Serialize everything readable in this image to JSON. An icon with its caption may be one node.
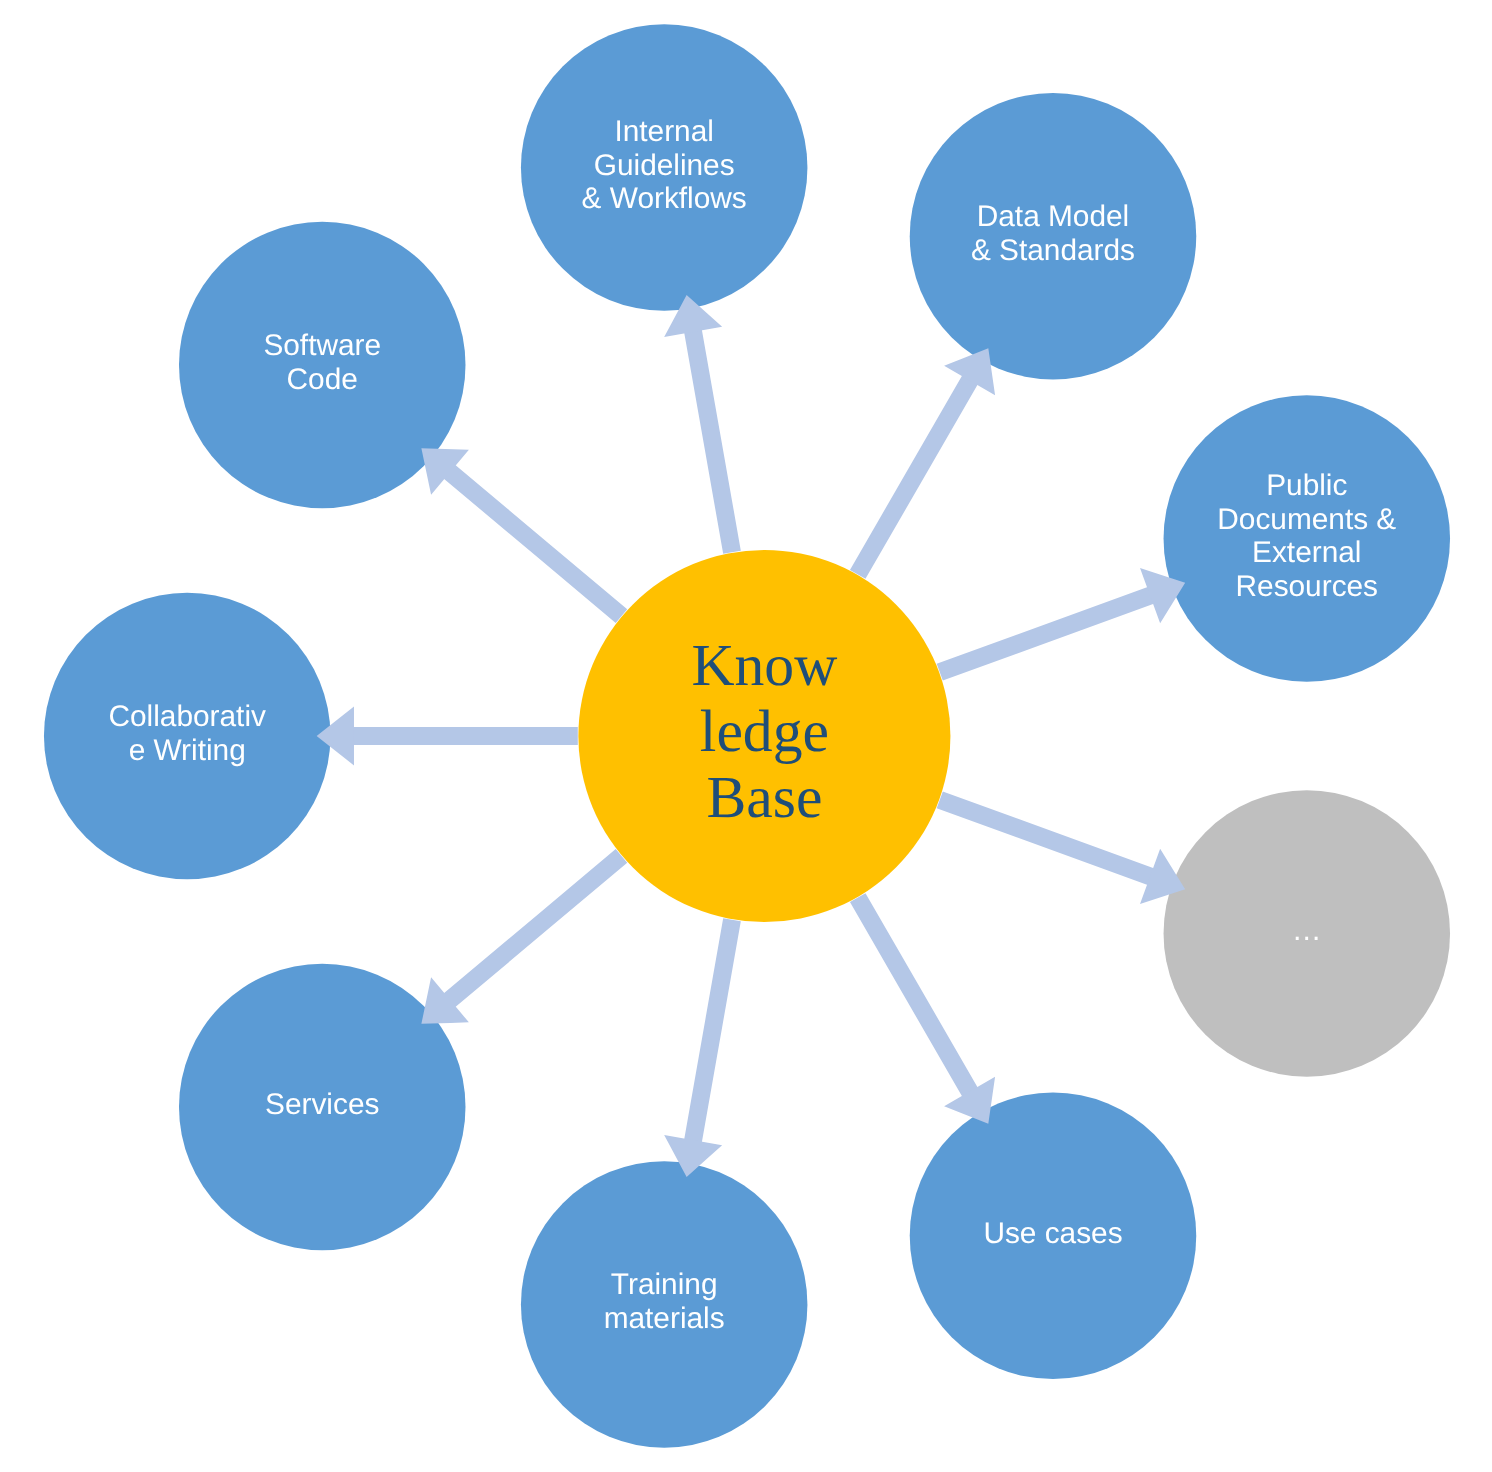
{
  "diagram": {
    "nodes": [
      {
        "text": [
          "Know ledge Base"
        ]
      },
      {
        "text": [
          "Public Documents & External Resources"
        ]
      },
      {
        "text": [
          "Data Model & Standards"
        ]
      },
      {
        "text": [
          "Internal Guidelines & Workflows"
        ]
      },
      {
        "text": [
          "Software Code"
        ]
      },
      {
        "text": [
          "Collaborativ e Writing"
        ]
      },
      {
        "text": [
          "Services"
        ]
      },
      {
        "text": [
          "Training materials"
        ]
      },
      {
        "text": [
          "Use cases"
        ]
      },
      {
        "text": [
          "…"
        ]
      }
    ],
    "edges": [
      {
        "from": 0,
        "to": 1,
        "arrow": "to"
      },
      {
        "from": 0,
        "to": 2,
        "arrow": "to"
      },
      {
        "from": 0,
        "to": 3,
        "arrow": "to"
      },
      {
        "from": 0,
        "to": 4,
        "arrow": "to"
      },
      {
        "from": 0,
        "to": 5,
        "arrow": "to"
      },
      {
        "from": 0,
        "to": 6,
        "arrow": "to"
      },
      {
        "from": 0,
        "to": 7,
        "arrow": "to"
      },
      {
        "from": 0,
        "to": 8,
        "arrow": "to"
      },
      {
        "from": 0,
        "to": 9,
        "arrow": "to"
      }
    ]
  }
}
